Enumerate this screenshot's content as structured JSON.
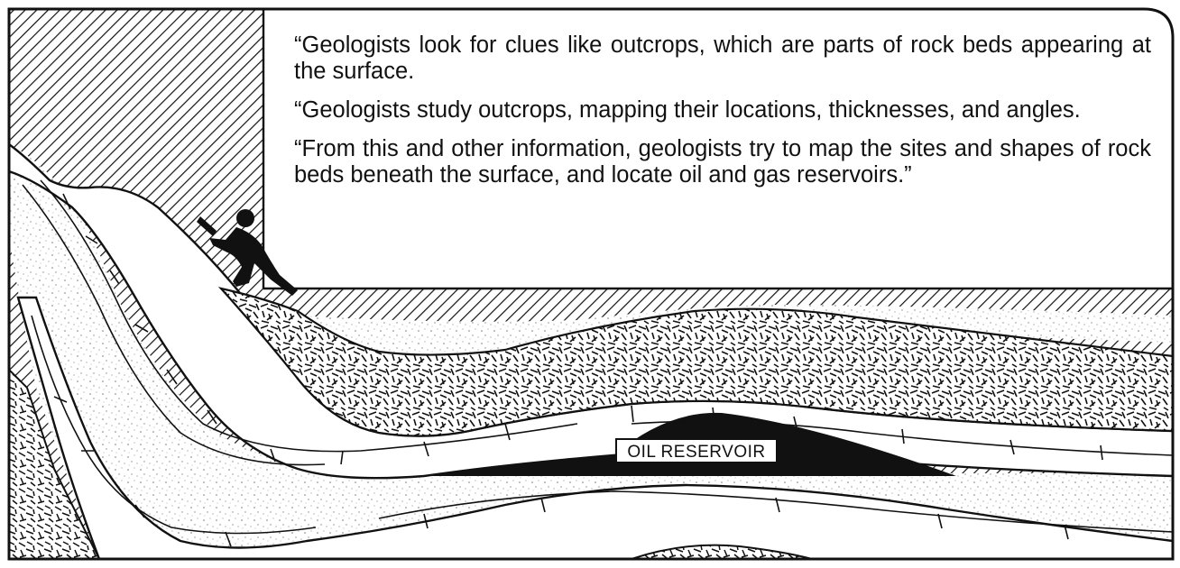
{
  "colors": {
    "ink": "#111111",
    "paper": "#ffffff",
    "stipple": "#8a8a8a"
  },
  "caption": {
    "paragraphs": [
      "“Geologists look for clues like outcrops, which are parts of rock beds appearing at the surface.",
      "“Geologists study outcrops, mapping their locations, thicknesses, and angles.",
      "“From this and other information, geologists try to map the sites and shapes of rock beds beneath the surface, and locate oil and gas reservoirs.”"
    ]
  },
  "diagram": {
    "reservoir_label": "OIL RESERVOIR",
    "figure": "geologist-climbing-outcrop",
    "layers": [
      "hatched-sky",
      "sandstone-stipple",
      "limestone-blocks",
      "conglomerate-texture",
      "oil-reservoir"
    ]
  }
}
